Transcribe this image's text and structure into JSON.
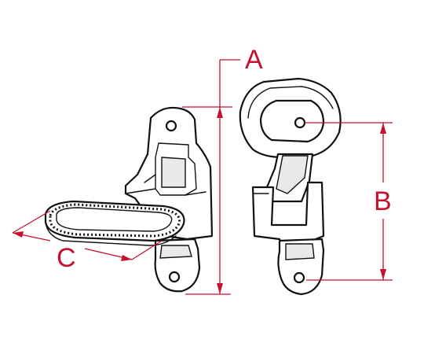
{
  "dimensions": {
    "a": {
      "label": "A"
    },
    "b": {
      "label": "B"
    },
    "c": {
      "label": "C"
    }
  },
  "colors": {
    "dimension": "#c8102e",
    "outline": "#111111"
  }
}
